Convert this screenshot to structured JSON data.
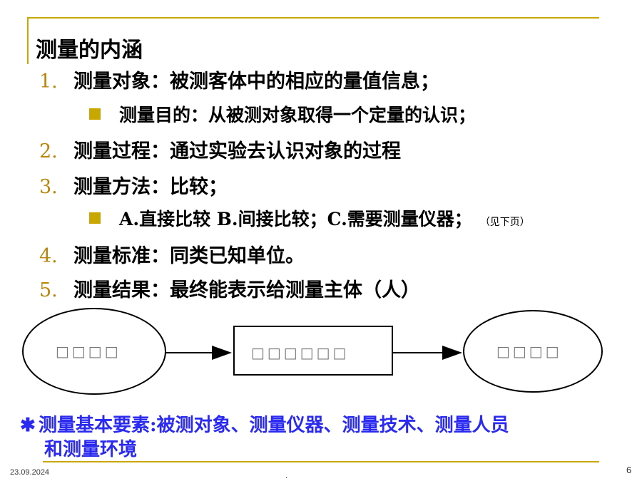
{
  "title": "测量的内涵",
  "items": [
    {
      "num": "1.",
      "text": "测量对象：被测客体中的相应的量值信息；"
    },
    {
      "num": "2.",
      "text": "测量过程：通过实验去认识对象的过程"
    },
    {
      "num": "3.",
      "text": "测量方法：比较；"
    },
    {
      "num": "4.",
      "text": "测量标准：同类已知单位。"
    },
    {
      "num": "5.",
      "text": "测量结果：最终能表示给测量主体（人）"
    }
  ],
  "sub_items": [
    {
      "text": "测量目的：从被测对象取得一个定量的认识；",
      "note": ""
    },
    {
      "text": "A.直接比较   B.间接比较；C.需要测量仪器；",
      "note": "（见下页）"
    }
  ],
  "diagram": {
    "left_label": "□□□□",
    "center_label": "□□□□□□",
    "right_label": "□□□□"
  },
  "elements": {
    "star": "✱",
    "line1": "测量基本要素:被测对象、测量仪器、测量技术、测量人员",
    "line2": "和测量环境"
  },
  "footer": {
    "date": "23.09.2024",
    "dot": ".",
    "page": "6"
  },
  "colors": {
    "accent_gold": "#c8a800",
    "number_color": "#b8860b",
    "elements_blue": "#2a2af0"
  }
}
